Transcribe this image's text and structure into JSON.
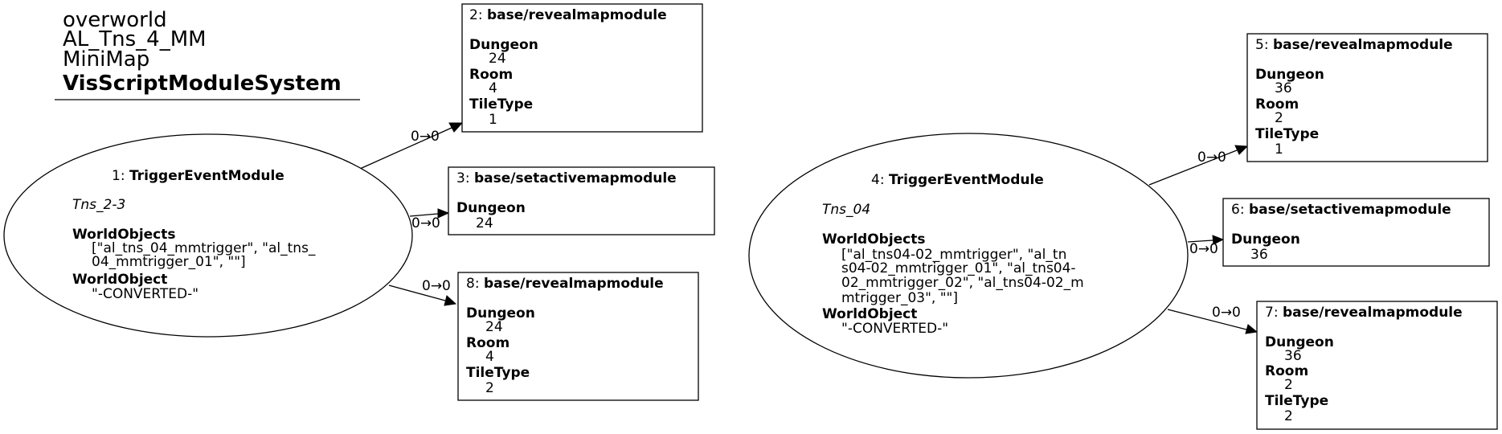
{
  "header": {
    "lines": [
      "overworld",
      "AL_Tns_4_MM",
      "MiniMap"
    ],
    "system": "VisScriptModuleSystem"
  },
  "nodes": {
    "n1": {
      "id": "1: ",
      "type": "TriggerEventModule",
      "subtitle": "Tns_2-3",
      "props": [
        {
          "key": "WorldObjects",
          "lines": [
            "[\"al_tns_04_mmtrigger\", \"al_tns_",
            "04_mmtrigger_01\", \"\"]"
          ]
        },
        {
          "key": "WorldObject",
          "lines": [
            "\"-CONVERTED-\""
          ]
        }
      ]
    },
    "n2": {
      "id": "2: ",
      "type": "base/revealmapmodule",
      "props": [
        {
          "key": "Dungeon",
          "lines": [
            "24"
          ]
        },
        {
          "key": "Room",
          "lines": [
            "4"
          ]
        },
        {
          "key": "TileType",
          "lines": [
            "1"
          ]
        }
      ]
    },
    "n3": {
      "id": "3: ",
      "type": "base/setactivemapmodule",
      "props": [
        {
          "key": "Dungeon",
          "lines": [
            "24"
          ]
        }
      ]
    },
    "n8": {
      "id": "8: ",
      "type": "base/revealmapmodule",
      "props": [
        {
          "key": "Dungeon",
          "lines": [
            "24"
          ]
        },
        {
          "key": "Room",
          "lines": [
            "4"
          ]
        },
        {
          "key": "TileType",
          "lines": [
            "2"
          ]
        }
      ]
    },
    "n4": {
      "id": "4: ",
      "type": "TriggerEventModule",
      "subtitle": "Tns_04",
      "props": [
        {
          "key": "WorldObjects",
          "lines": [
            "[\"al_tns04-02_mmtrigger\", \"al_tn",
            "s04-02_mmtrigger_01\", \"al_tns04-",
            "02_mmtrigger_02\", \"al_tns04-02_m",
            "mtrigger_03\", \"\"]"
          ]
        },
        {
          "key": "WorldObject",
          "lines": [
            "\"-CONVERTED-\""
          ]
        }
      ]
    },
    "n5": {
      "id": "5: ",
      "type": "base/revealmapmodule",
      "props": [
        {
          "key": "Dungeon",
          "lines": [
            "36"
          ]
        },
        {
          "key": "Room",
          "lines": [
            "2"
          ]
        },
        {
          "key": "TileType",
          "lines": [
            "1"
          ]
        }
      ]
    },
    "n6": {
      "id": "6: ",
      "type": "base/setactivemapmodule",
      "props": [
        {
          "key": "Dungeon",
          "lines": [
            "36"
          ]
        }
      ]
    },
    "n7": {
      "id": "7: ",
      "type": "base/revealmapmodule",
      "props": [
        {
          "key": "Dungeon",
          "lines": [
            "36"
          ]
        },
        {
          "key": "Room",
          "lines": [
            "2"
          ]
        },
        {
          "key": "TileType",
          "lines": [
            "2"
          ]
        }
      ]
    }
  },
  "edges": [
    {
      "from": "n1",
      "to": "n2",
      "label": "0→0"
    },
    {
      "from": "n1",
      "to": "n3",
      "label": "0→0"
    },
    {
      "from": "n1",
      "to": "n8",
      "label": "0→0"
    },
    {
      "from": "n4",
      "to": "n5",
      "label": "0→0"
    },
    {
      "from": "n4",
      "to": "n6",
      "label": "0→0"
    },
    {
      "from": "n4",
      "to": "n7",
      "label": "0→0"
    }
  ]
}
